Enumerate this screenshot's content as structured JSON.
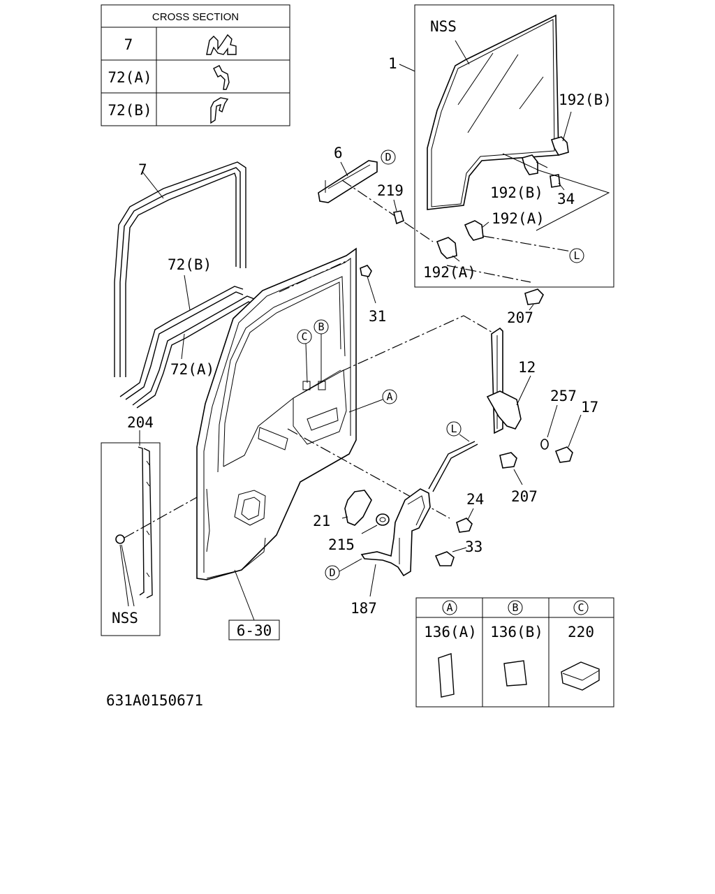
{
  "cross_section": {
    "title": "CROSS SECTION",
    "rows": [
      {
        "label": "7"
      },
      {
        "label": "72(A)"
      },
      {
        "label": "72(B)"
      }
    ]
  },
  "callouts": {
    "p1": "1",
    "nss_glass": "NSS",
    "p192b_top": "192(B)",
    "p192b_mid": "192(B)",
    "p34": "34",
    "p192a_right": "192(A)",
    "p192a_left": "192(A)",
    "ref_l_glass": "L",
    "p6": "6",
    "ref_d_top": "D",
    "p219": "219",
    "p7": "7",
    "p72b": "72(B)",
    "p72a": "72(A)",
    "p31": "31",
    "p207_top": "207",
    "ref_c": "C",
    "ref_b": "B",
    "ref_a": "A",
    "p12": "12",
    "p257": "257",
    "p17": "17",
    "ref_l_reg": "L",
    "p207_bot": "207",
    "p24": "24",
    "p21": "21",
    "p215": "215",
    "p33": "33",
    "ref_d_bot": "D",
    "p187": "187",
    "p204": "204",
    "nss_inset": "NSS",
    "ref_page": "6-30"
  },
  "legend": {
    "headers": [
      "A",
      "B",
      "C"
    ],
    "parts": [
      "136(A)",
      "136(B)",
      "220"
    ]
  },
  "drawing_number": "631A0150671"
}
